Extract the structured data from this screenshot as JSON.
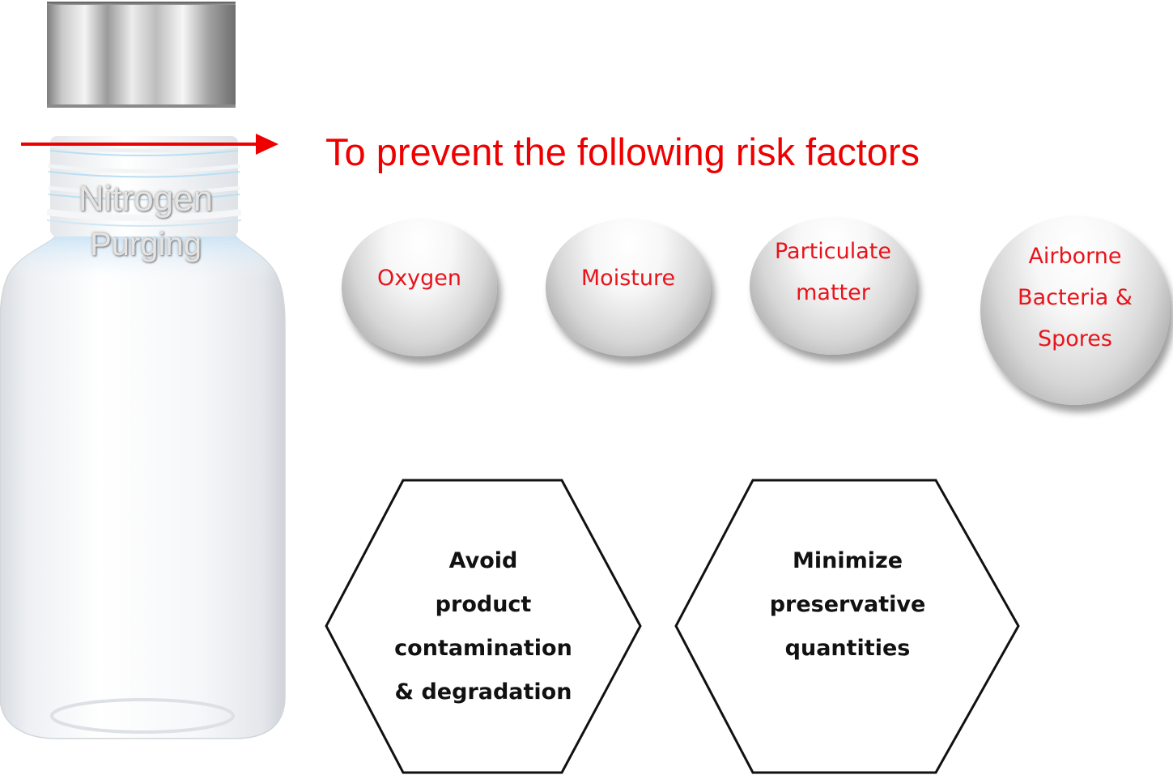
{
  "bottle": {
    "label_line_1": "Nitrogen",
    "label_line_2": "Purging"
  },
  "heading": "To prevent the following risk factors",
  "risk_factors": [
    {
      "label": "Oxygen"
    },
    {
      "label": "Moisture"
    },
    {
      "label": "Particulate\nmatter"
    },
    {
      "label": "Airborne\nBacteria &\nSpores"
    }
  ],
  "benefits": [
    {
      "label": "Avoid\nproduct\ncontamination\n& degradation"
    },
    {
      "label": "Minimize\npreservative\nquantities"
    }
  ],
  "colors": {
    "accent": "#ee0000",
    "sphere_text": "#e8141b",
    "hex_outline": "#111111"
  },
  "icons": {
    "arrow": "right-arrow-icon",
    "bottle": "vial-bottle-icon",
    "cap": "metal-cap-icon"
  }
}
